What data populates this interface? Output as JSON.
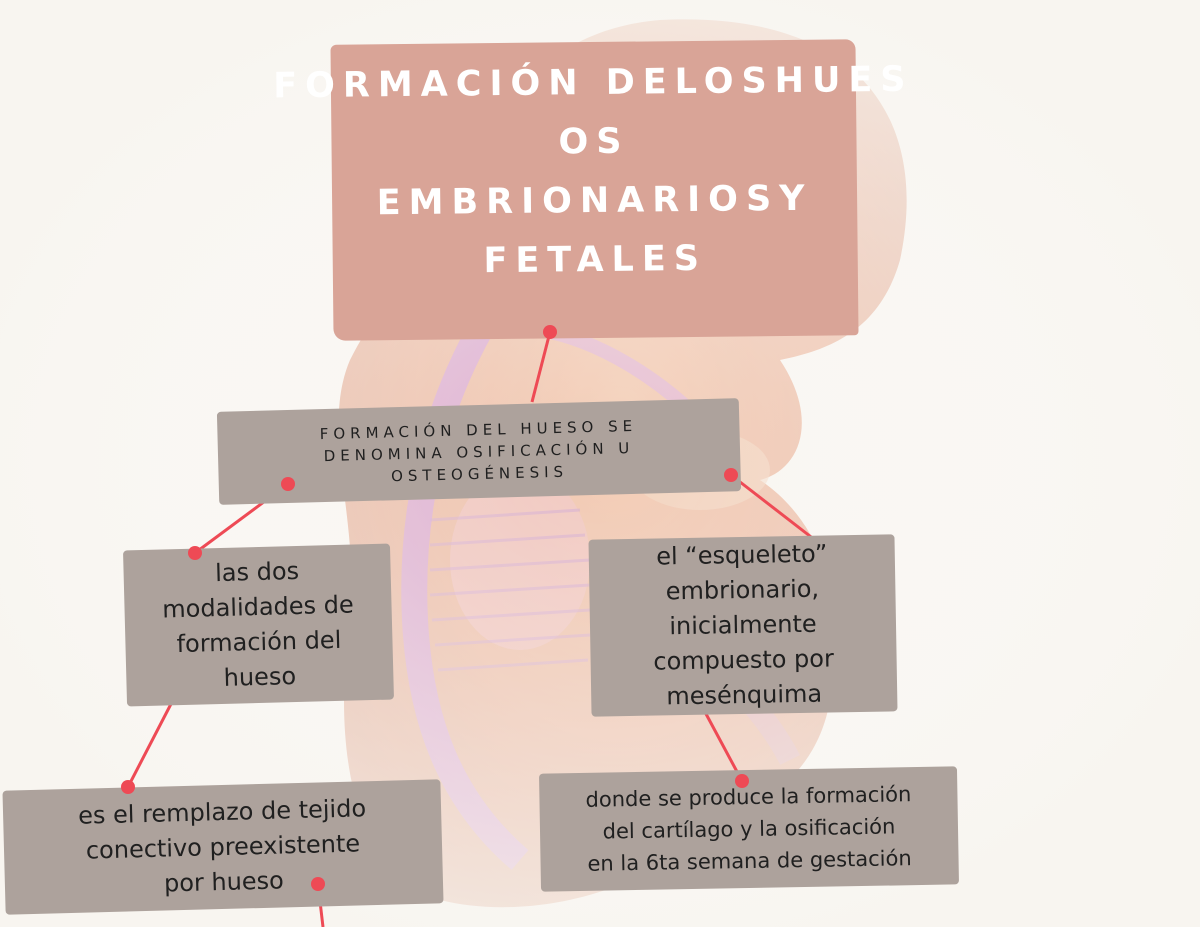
{
  "title": {
    "lines": [
      "FORMACIÓN DELOSHUES",
      "OS",
      "EMBRIONARIOSY",
      "FETALES"
    ]
  },
  "nodes": {
    "osificacion": [
      "FORMACIÓN DEL HUESO SE",
      "DENOMINA OSIFICACIÓN U",
      "OSTEOGÉNESIS"
    ],
    "modalidades": [
      "las dos",
      "modalidades de",
      "formación del",
      "hueso"
    ],
    "esqueleto": [
      "el “esqueleto”",
      "embrionario,",
      "inicialmente",
      "compuesto por",
      "mesénquima"
    ],
    "remplazo": [
      "es el remplazo de tejido",
      "conectivo preexistente",
      "por hueso"
    ],
    "cartilago": [
      "donde se produce la formación",
      "del cartílago y la osificación",
      "en la 6ta semana de gestación"
    ]
  },
  "colors": {
    "title_box": "#d9a497",
    "node_box": "#ada29c",
    "connector": "#ee4a55",
    "title_text": "#ffffff"
  }
}
